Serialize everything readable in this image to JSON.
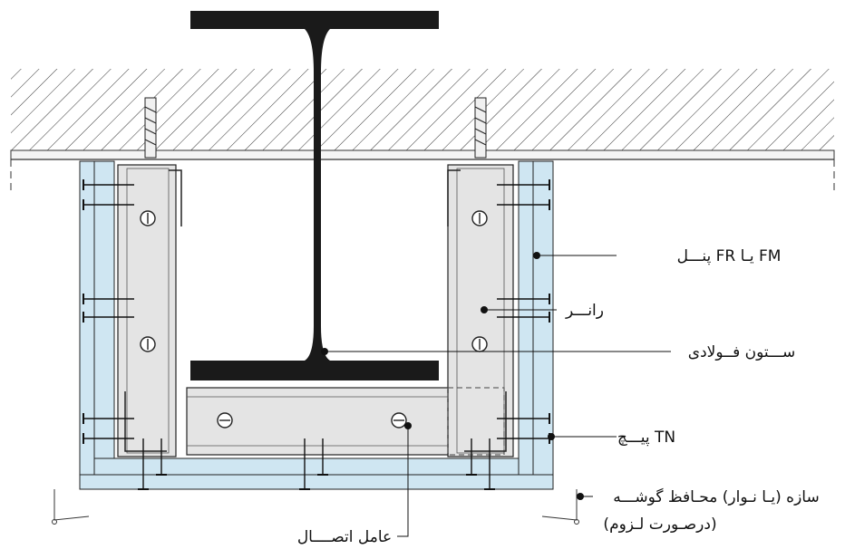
{
  "labels": {
    "panel": "پنـــل FR یـا FM",
    "runner": "رانـــر",
    "steel_column": "ســـتون فــولادی",
    "screw": "پیـــچ TN",
    "corner_guard_line1": "سازه (یـا نـوار) محـافظ گوشـــه",
    "corner_guard_line2": "(درصـورت لـزوم)",
    "connector": "عامل اتصــــال"
  },
  "colors": {
    "board": "#cfe6f2",
    "runner": "#e4e4e4",
    "steel": "#1a1a1a",
    "outline": "#222222"
  }
}
